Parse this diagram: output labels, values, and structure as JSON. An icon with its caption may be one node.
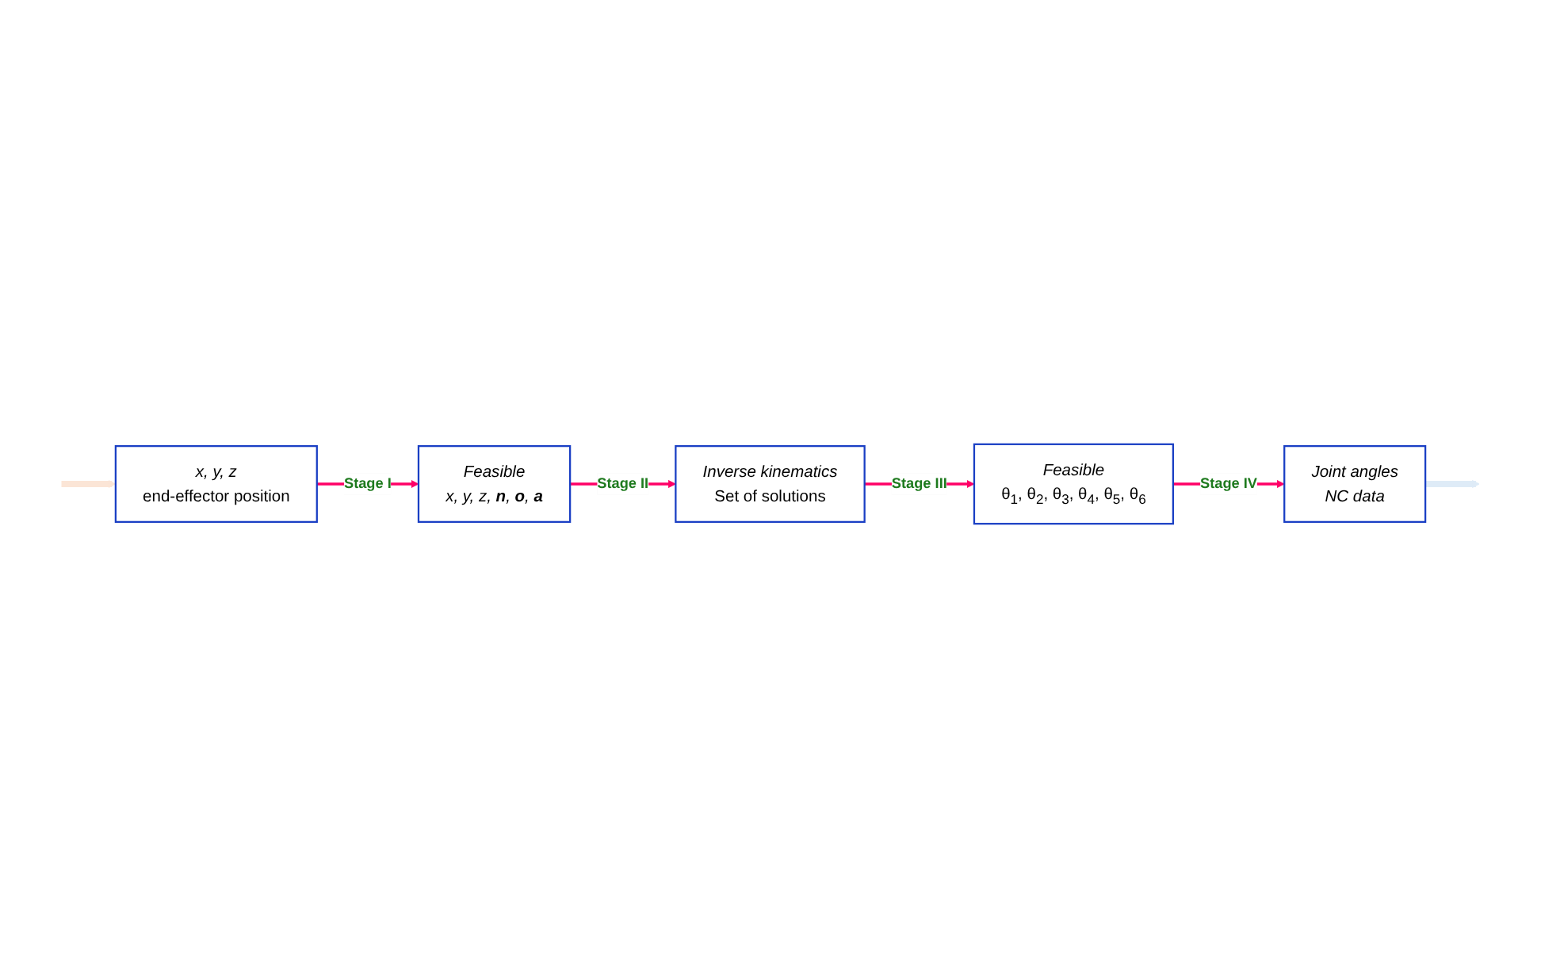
{
  "diagram": {
    "nodes": [
      {
        "text": [
          "x, y, z",
          "end-effector position"
        ]
      },
      {
        "text": [
          "Feasible",
          "x, y, z, **n**, **o**, **a**"
        ]
      },
      {
        "text": [
          "Inverse kinematics",
          "Set of solutions"
        ]
      },
      {
        "text": [
          "Feasible",
          "θ$_{1}$, θ$_{2}$, θ$_{3}$, θ$_{4}$, θ$_{5}$, θ$_{6}$"
        ]
      },
      {
        "text": [
          "Joint angles",
          "NC data"
        ]
      }
    ],
    "edges": [
      {
        "from": null,
        "to": 0,
        "arrow": "to",
        "style": "thick",
        "color": "#fbe5d6"
      },
      {
        "from": 0,
        "to": 1,
        "arrow": "to",
        "label": "Stage I"
      },
      {
        "from": 1,
        "to": 2,
        "arrow": "to",
        "label": "Stage II"
      },
      {
        "from": 2,
        "to": 3,
        "arrow": "to",
        "label": "Stage III"
      },
      {
        "from": 3,
        "to": 4,
        "arrow": "to",
        "label": "Stage IV"
      },
      {
        "from": 4,
        "to": null,
        "arrow": "to",
        "style": "thick",
        "color": "#deebf7"
      }
    ]
  }
}
